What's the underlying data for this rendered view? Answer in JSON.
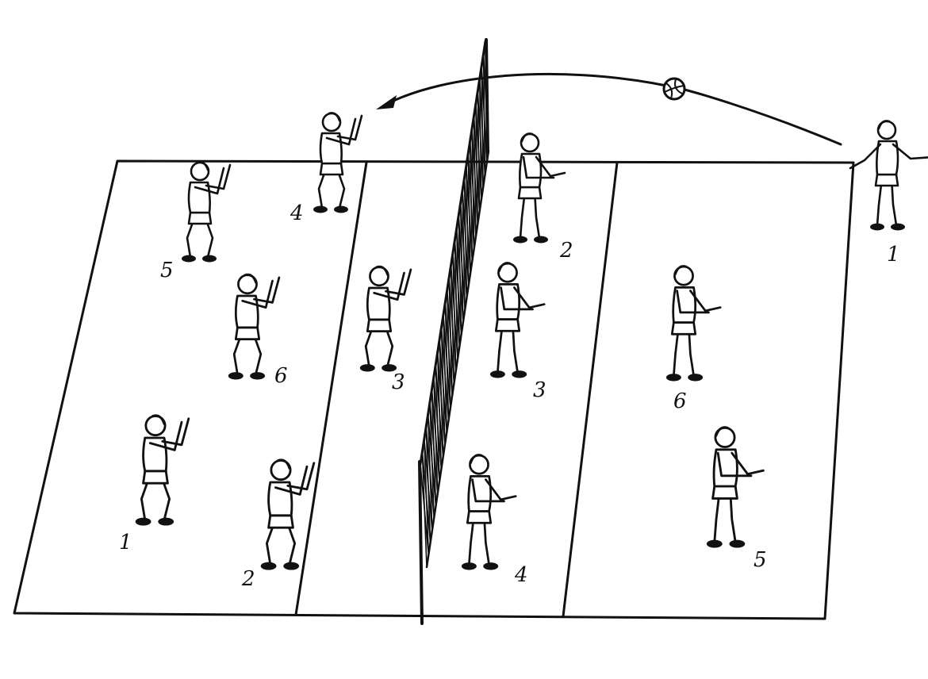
{
  "colors": {
    "ink": "#111111",
    "paper": "#ffffff"
  },
  "players": [
    {
      "id": "left-4",
      "label": "4",
      "pose": "set-hands-up",
      "side": "left"
    },
    {
      "id": "left-5",
      "label": "5",
      "pose": "ready-hands-up",
      "side": "left"
    },
    {
      "id": "left-6",
      "label": "6",
      "pose": "ready-hands-up",
      "side": "left"
    },
    {
      "id": "left-3",
      "label": "3",
      "pose": "ready-hands-up",
      "side": "left"
    },
    {
      "id": "left-1",
      "label": "1",
      "pose": "ready-hands-up",
      "side": "left"
    },
    {
      "id": "left-2",
      "label": "2",
      "pose": "ready-hands-up",
      "side": "left"
    },
    {
      "id": "right-2",
      "label": "2",
      "pose": "standing-hands-low",
      "side": "right"
    },
    {
      "id": "right-3",
      "label": "3",
      "pose": "standing-hands-low",
      "side": "right"
    },
    {
      "id": "right-4",
      "label": "4",
      "pose": "standing-hands-low",
      "side": "right"
    },
    {
      "id": "right-6",
      "label": "6",
      "pose": "standing-hands-low",
      "side": "right"
    },
    {
      "id": "right-5",
      "label": "5",
      "pose": "standing-hands-low",
      "side": "right"
    },
    {
      "id": "server-1",
      "label": "1",
      "pose": "serving",
      "side": "right"
    }
  ],
  "ball": {
    "icon": "volleyball-icon"
  },
  "trajectory": {
    "icon": "ball-trajectory-arrow"
  }
}
